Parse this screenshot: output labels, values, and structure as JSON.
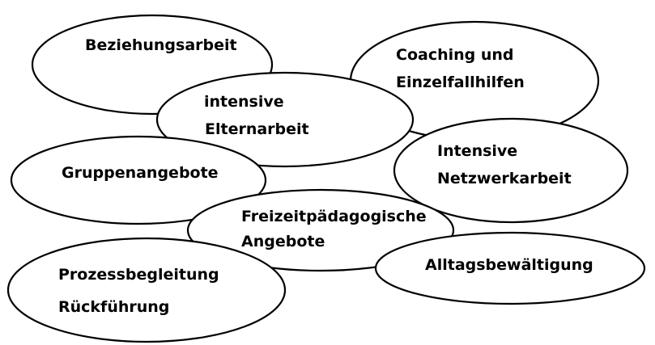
{
  "bubbles": [
    {
      "id": "beziehungsarbeit",
      "lines": [
        "Beziehungsarbeit"
      ]
    },
    {
      "id": "coaching",
      "lines": [
        "Coaching und",
        "Einzelfallhilfen"
      ]
    },
    {
      "id": "elternarbeit",
      "lines": [
        "intensive",
        "Elternarbeit"
      ]
    },
    {
      "id": "netzwerkarbeit",
      "lines": [
        "Intensive",
        "Netzwerkarbeit"
      ]
    },
    {
      "id": "gruppenangebote",
      "lines": [
        "Gruppenangebote"
      ]
    },
    {
      "id": "freizeit",
      "lines": [
        "Freizeitpädagogische",
        "Angebote"
      ]
    },
    {
      "id": "alltag",
      "lines": [
        "Alltagsbewältigung"
      ]
    },
    {
      "id": "prozess",
      "lines": [
        "Prozessbegleitung",
        "Rückführung"
      ]
    }
  ],
  "colors": {
    "stroke": "#000000",
    "fill": "#ffffff",
    "text": "#000000"
  }
}
